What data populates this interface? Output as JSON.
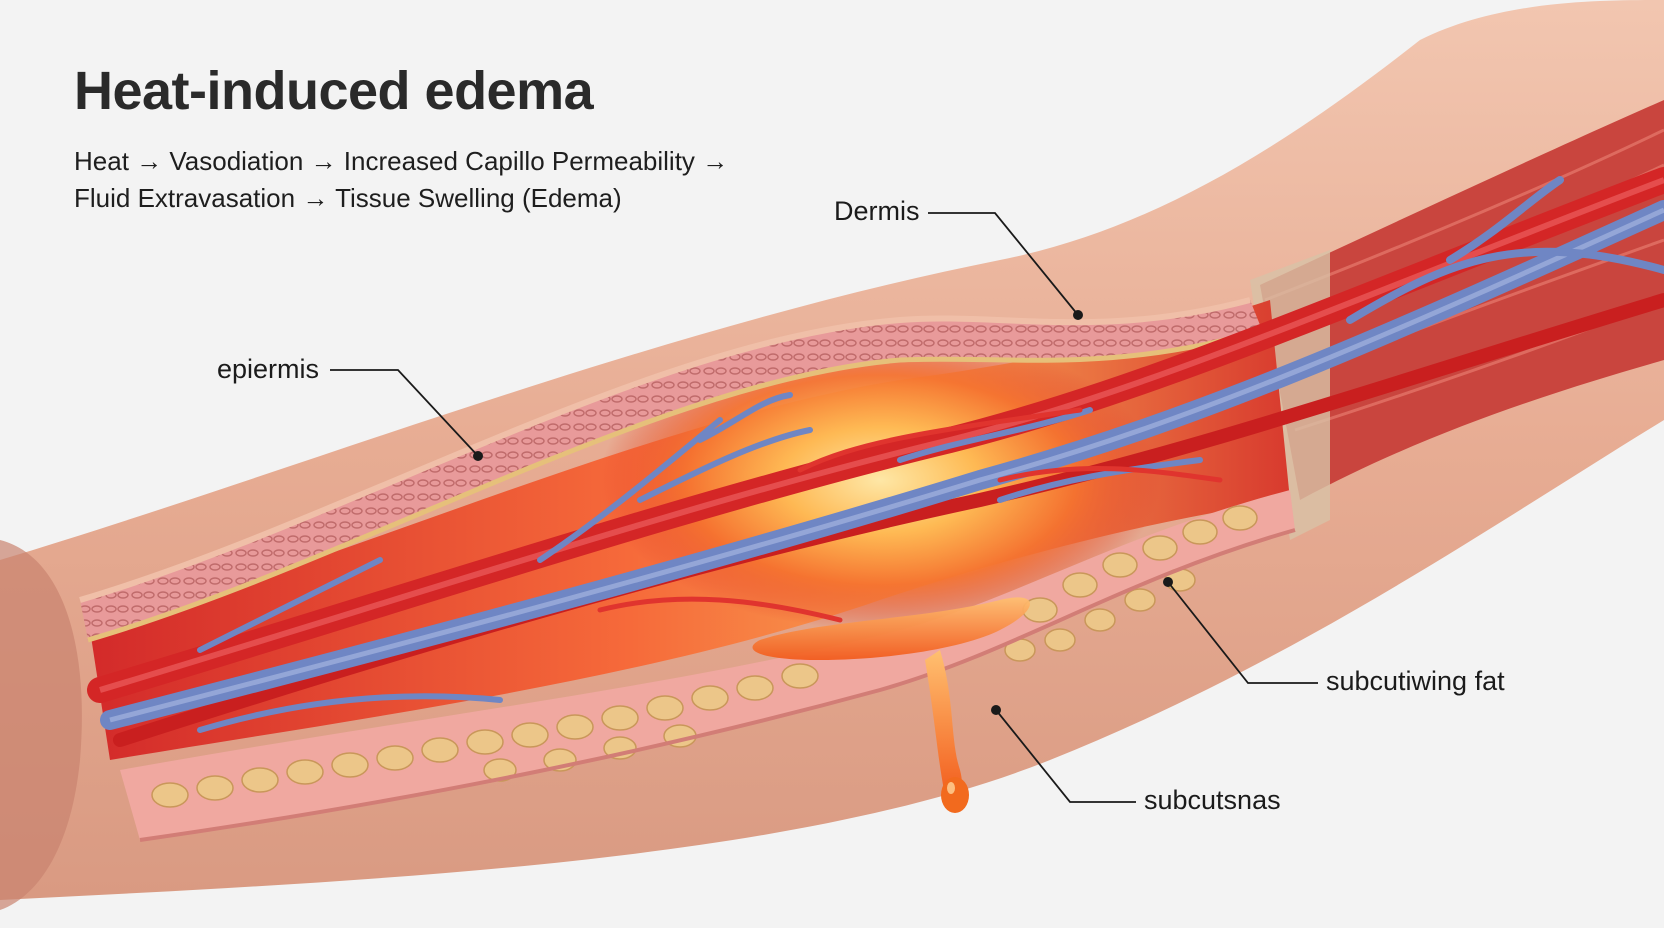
{
  "title": "Heat-induced edema",
  "subtitle": {
    "line1": "Heat → Vasodiation → Increased Capillo Permeability →",
    "line2": "Fluid Extravasation → Tissue Swelling (Edema)"
  },
  "labels": {
    "dermis": "Dermis",
    "epidermis": "epiermis",
    "subcutaneous_fat": "subcutiwing fat",
    "subcutaneous": "subcutsnas"
  },
  "colors": {
    "skin": "#e9b39b",
    "artery": "#d62a2a",
    "vein": "#6f86c4",
    "fat": "#ecc689",
    "fluid": "#f26a1e",
    "heat_glow": "#ffb347"
  }
}
